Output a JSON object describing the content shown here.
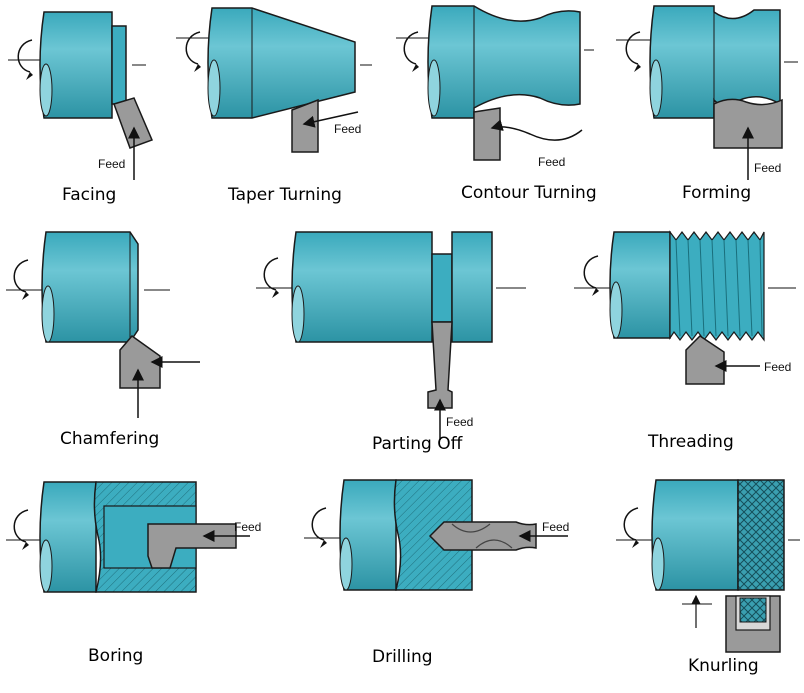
{
  "operations": [
    {
      "name": "Facing",
      "feed": "Feed"
    },
    {
      "name": "Taper Turning",
      "feed": "Feed"
    },
    {
      "name": "Contour Turning",
      "feed": "Feed"
    },
    {
      "name": "Forming",
      "feed": "Feed"
    },
    {
      "name": "Chamfering",
      "feed": ""
    },
    {
      "name": "Parting Off",
      "feed": "Feed"
    },
    {
      "name": "Threading",
      "feed": "Feed"
    },
    {
      "name": "Boring",
      "feed": "Feed"
    },
    {
      "name": "Drilling",
      "feed": "Feed"
    },
    {
      "name": "Knurling",
      "feed": ""
    }
  ],
  "colors": {
    "workpiece": "#3cadc0",
    "workpiece_light": "#8fd4de",
    "workpiece_dark": "#2a8fa0",
    "tool": "#9a9a9a",
    "tool_dark": "#6f6f6f",
    "outline": "#1a1a1a"
  }
}
